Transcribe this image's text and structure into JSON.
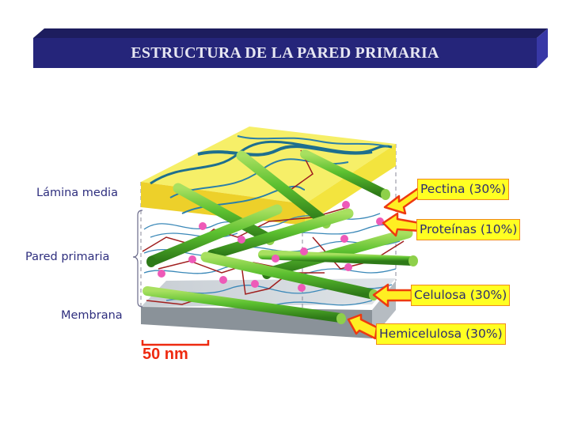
{
  "header": {
    "title": "ESTRUCTURA DE LA PARED PRIMARIA",
    "bar_color": "#22226e",
    "bevel_top_color": "#1c1c5c",
    "bevel_side_color": "#3a3aa8"
  },
  "left_labels": {
    "lamina_media": "Lámina media",
    "pared_primaria": "Pared primaria",
    "membrana": "Membrana"
  },
  "callouts": [
    {
      "label": "Pectina (30%)",
      "component": "pectina",
      "percent": 30
    },
    {
      "label": "Proteínas (10%)",
      "component": "proteinas",
      "percent": 10
    },
    {
      "label": "Celulosa (30%)",
      "component": "celulosa",
      "percent": 30
    },
    {
      "label": "Hemicelulosa (30%)",
      "component": "hemicelulosa",
      "percent": 30
    }
  ],
  "scale_bar": {
    "label": "50 nm",
    "color": "#ee2a10"
  },
  "colors": {
    "label_text": "#2e2e7e",
    "callout_fill": "#ffff22",
    "callout_border": "#f08a1a",
    "arrow_fill": "#ffee22",
    "arrow_stroke": "#ee3a10",
    "middle_lamella": "#f3e63a",
    "cellulose": "#5cc030",
    "pectin_strand": "#2a7fa8",
    "protein_dot": "#ee5ab8",
    "hemicellulose": "#9a1e1e",
    "membrane": "#9aa3ab"
  }
}
